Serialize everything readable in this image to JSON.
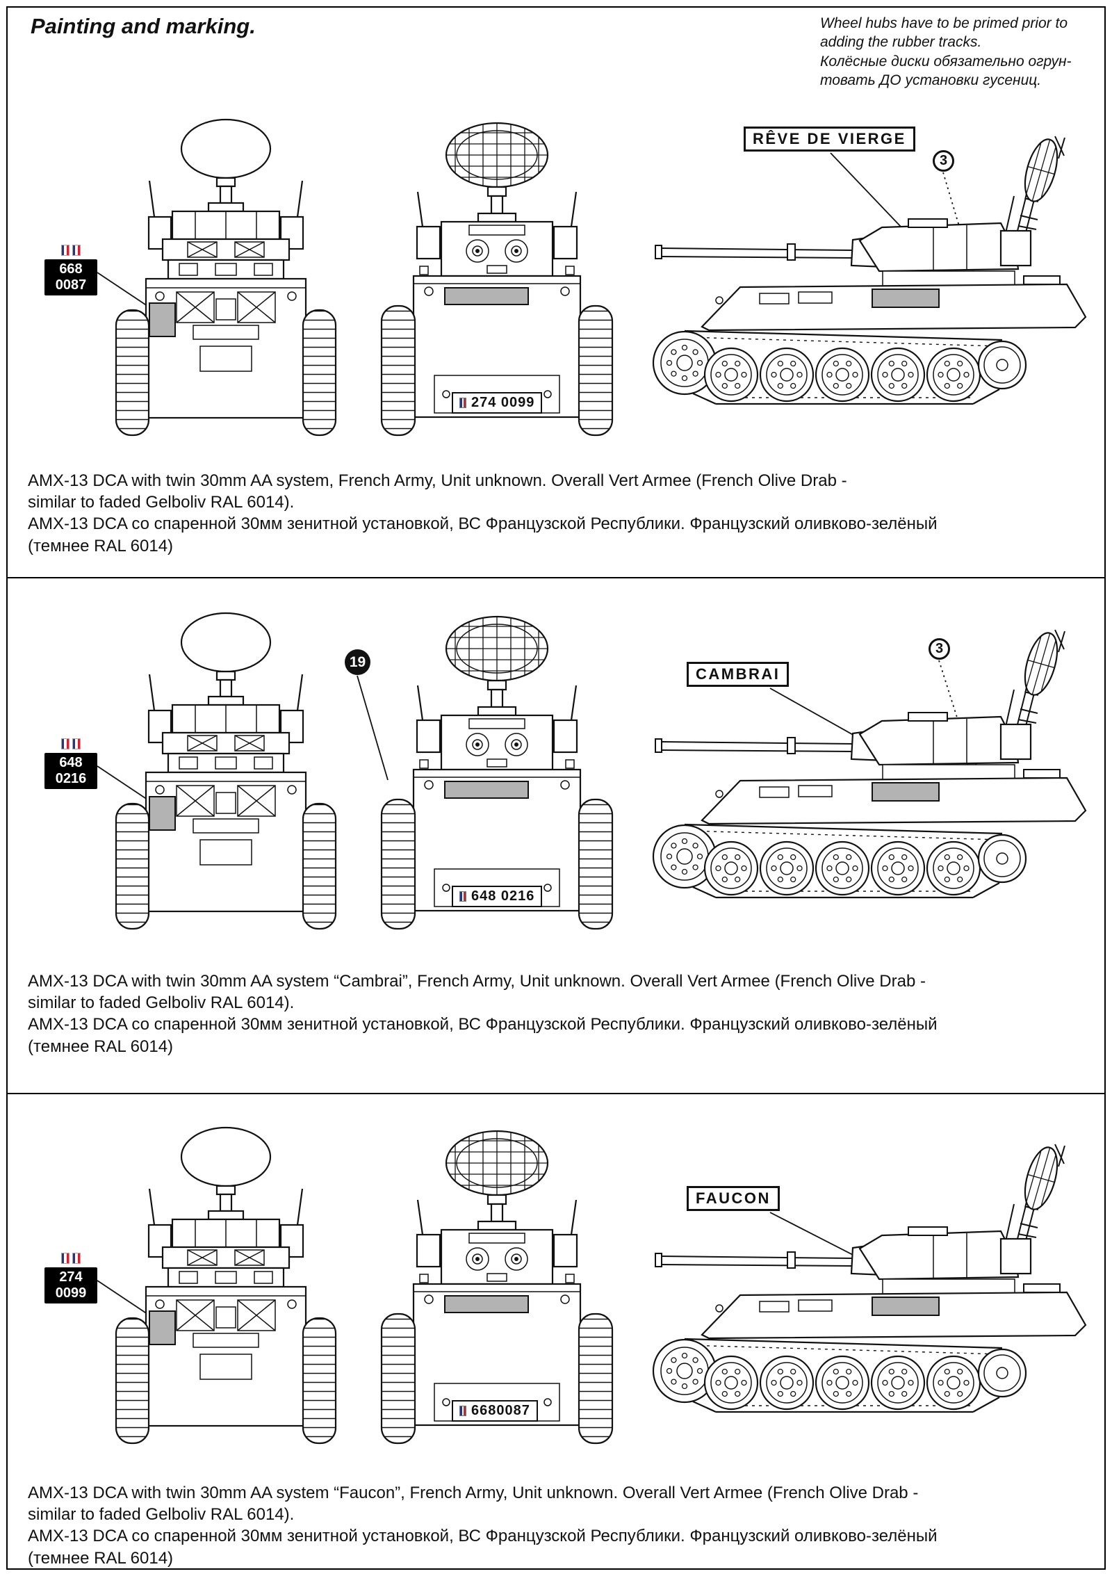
{
  "header": {
    "title": "Painting and marking.",
    "note_lines": [
      "Wheel hubs have to be primed prior to",
      "adding the rubber tracks.",
      "Колёсные диски обязательно огрун-",
      "товать ДО установки гусениц."
    ]
  },
  "colors": {
    "line": "#111111",
    "primer_patch": "#b3b3b3",
    "flag_blue": "#27348b",
    "flag_red": "#cf2335"
  },
  "sections": [
    {
      "front_plate": {
        "line1": "668",
        "line2": "0087"
      },
      "rear_plate": "274 0099",
      "vehicle_name": "RÊVE DE VIERGE",
      "callout_three": "3",
      "caption_en_lines": [
        "AMX-13 DCA with twin 30mm AA system, French Army, Unit unknown. Overall Vert Armee (French Olive Drab -",
        "similar to faded Gelboliv RAL 6014)."
      ],
      "caption_ru_lines": [
        "AMX-13 DCA со спаренной 30мм зенитной установкой, ВС Французской Республики. Французский оливково-зелёный",
        "(темнее RAL 6014)"
      ]
    },
    {
      "front_plate": {
        "line1": "648",
        "line2": "0216"
      },
      "rear_plate": "648 0216",
      "vehicle_name": "CAMBRAI",
      "callout_three": "3",
      "callout_nineteen": "19",
      "caption_en_lines": [
        "AMX-13 DCA with twin 30mm AA system “Cambrai”, French Army, Unit unknown. Overall Vert Armee (French Olive Drab -",
        "similar to faded Gelboliv RAL 6014)."
      ],
      "caption_ru_lines": [
        "AMX-13 DCA со спаренной 30мм зенитной установкой, ВС Французской Республики. Французский оливково-зелёный",
        "(темнее RAL 6014)"
      ]
    },
    {
      "front_plate": {
        "line1": "274",
        "line2": "0099"
      },
      "rear_plate": "6680087",
      "vehicle_name": "FAUCON",
      "caption_en_lines": [
        "AMX-13 DCA with twin 30mm AA system “Faucon”, French Army, Unit unknown. Overall Vert Armee (French Olive Drab -",
        "similar to faded Gelboliv RAL 6014)."
      ],
      "caption_ru_lines": [
        "AMX-13 DCA со спаренной 30мм зенитной установкой, ВС Французской Республики. Французский оливково-зелёный",
        "(темнее RAL 6014)"
      ]
    }
  ]
}
